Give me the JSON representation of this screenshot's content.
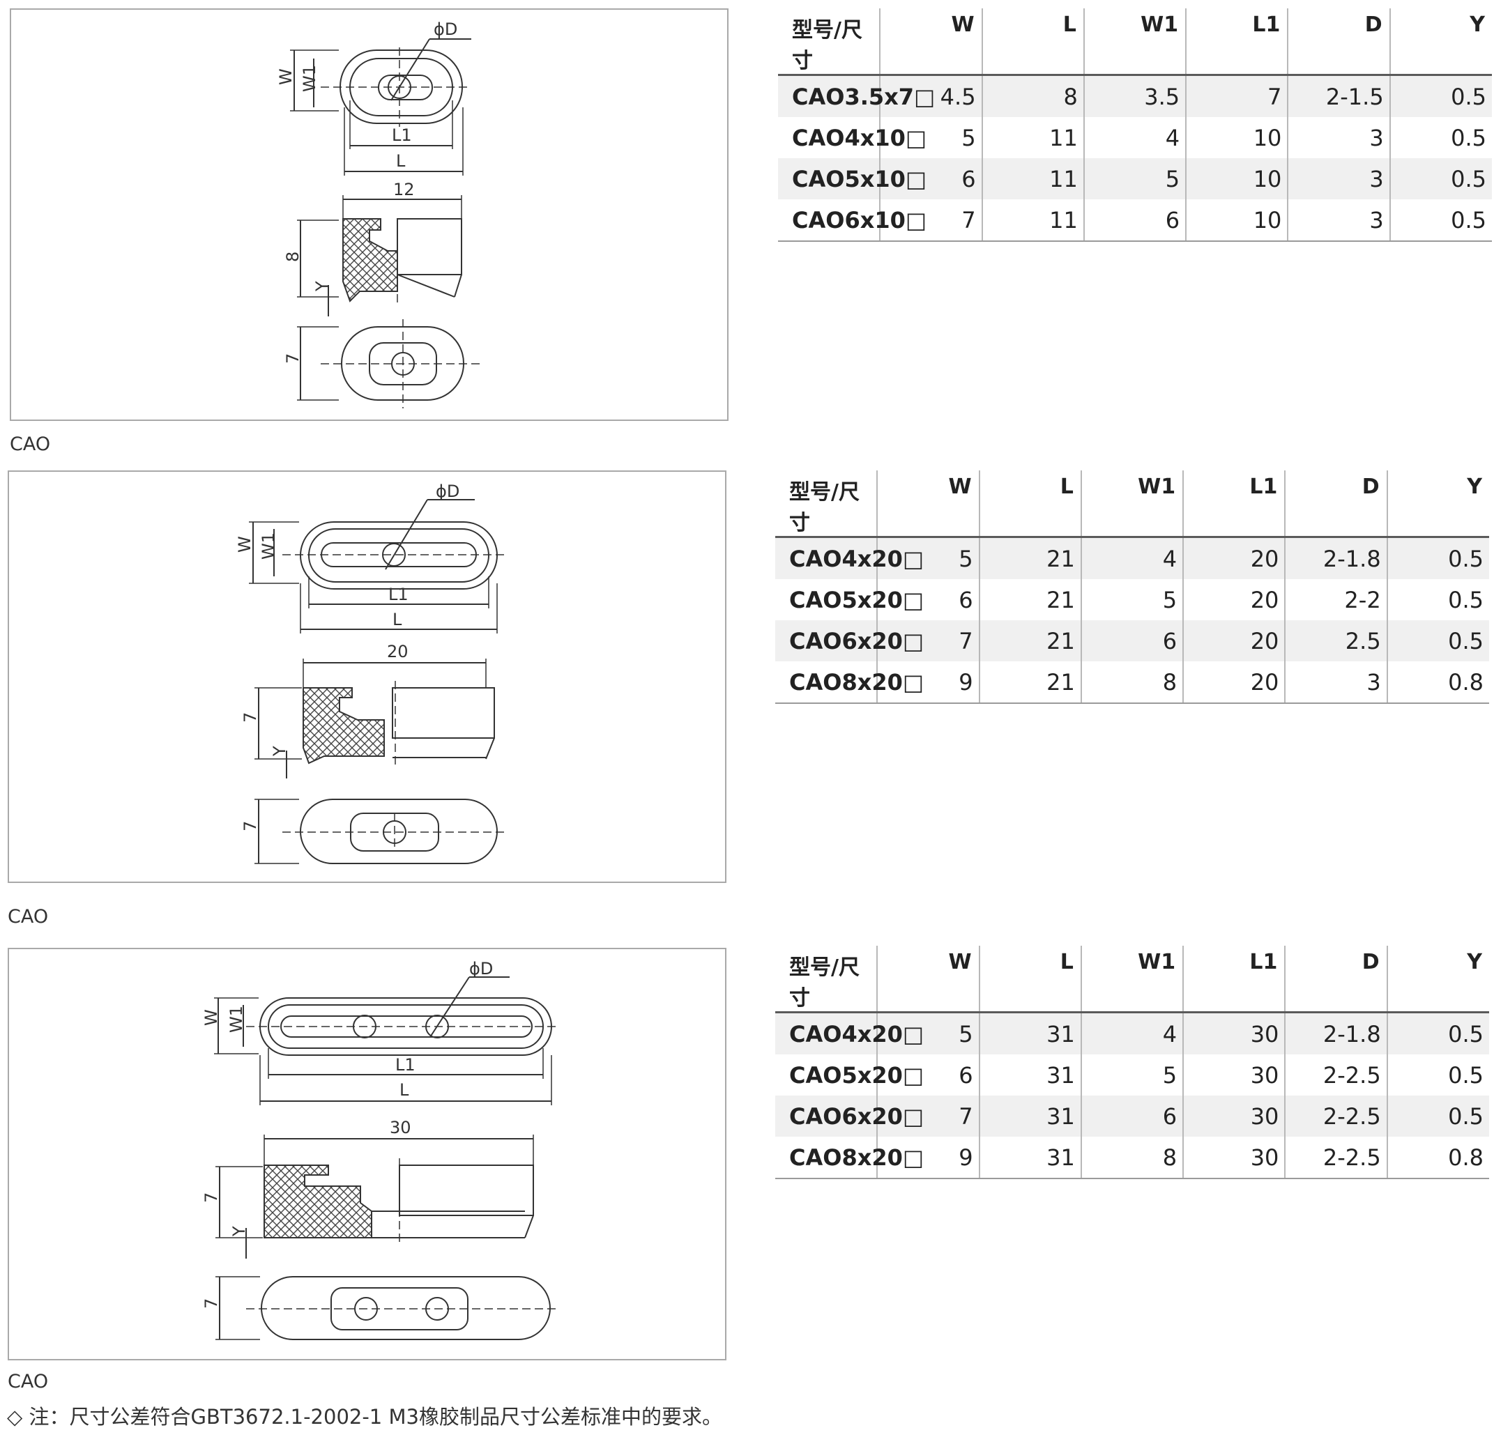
{
  "blocks": [
    {
      "caption": "CAO",
      "drawing": {
        "dim_phi": "ϕD",
        "dim_w": "W",
        "dim_w1": "W1",
        "dim_l1": "L1",
        "dim_l": "L",
        "dim_top_length": "12",
        "dim_height": "8",
        "dim_y": "Y",
        "dim_bottom_height": "7"
      },
      "table": {
        "headers": [
          "型号/尺寸",
          "W",
          "L",
          "W1",
          "L1",
          "D",
          "Y"
        ],
        "rows": [
          [
            "CAO3.5x7□",
            "4.5",
            "8",
            "3.5",
            "7",
            "2-1.5",
            "0.5"
          ],
          [
            "CAO4x10□",
            "5",
            "11",
            "4",
            "10",
            "3",
            "0.5"
          ],
          [
            "CAO5x10□",
            "6",
            "11",
            "5",
            "10",
            "3",
            "0.5"
          ],
          [
            "CAO6x10□",
            "7",
            "11",
            "6",
            "10",
            "3",
            "0.5"
          ]
        ]
      }
    },
    {
      "caption": "CAO",
      "drawing": {
        "dim_phi": "ϕD",
        "dim_w": "W",
        "dim_w1": "W1",
        "dim_l1": "L1",
        "dim_l": "L",
        "dim_top_length": "20",
        "dim_height": "7",
        "dim_y": "Y",
        "dim_bottom_height": "7"
      },
      "table": {
        "headers": [
          "型号/尺寸",
          "W",
          "L",
          "W1",
          "L1",
          "D",
          "Y"
        ],
        "rows": [
          [
            "CAO4x20□",
            "5",
            "21",
            "4",
            "20",
            "2-1.8",
            "0.5"
          ],
          [
            "CAO5x20□",
            "6",
            "21",
            "5",
            "20",
            "2-2",
            "0.5"
          ],
          [
            "CAO6x20□",
            "7",
            "21",
            "6",
            "20",
            "2.5",
            "0.5"
          ],
          [
            "CAO8x20□",
            "9",
            "21",
            "8",
            "20",
            "3",
            "0.8"
          ]
        ]
      }
    },
    {
      "caption": "CAO",
      "drawing": {
        "dim_phi": "ϕD",
        "dim_w": "W",
        "dim_w1": "W1",
        "dim_l1": "L1",
        "dim_l": "L",
        "dim_top_length": "30",
        "dim_height": "7",
        "dim_y": "Y",
        "dim_bottom_height": "7"
      },
      "table": {
        "headers": [
          "型号/尺寸",
          "W",
          "L",
          "W1",
          "L1",
          "D",
          "Y"
        ],
        "rows": [
          [
            "CAO4x20□",
            "5",
            "31",
            "4",
            "30",
            "2-1.8",
            "0.5"
          ],
          [
            "CAO5x20□",
            "6",
            "31",
            "5",
            "30",
            "2-2.5",
            "0.5"
          ],
          [
            "CAO6x20□",
            "7",
            "31",
            "6",
            "30",
            "2-2.5",
            "0.5"
          ],
          [
            "CAO8x20□",
            "9",
            "31",
            "8",
            "30",
            "2-2.5",
            "0.8"
          ]
        ]
      }
    }
  ],
  "note": "◇ 注：尺寸公差符合GBT3672.1-2002-1 M3橡胶制品尺寸公差标准中的要求。"
}
